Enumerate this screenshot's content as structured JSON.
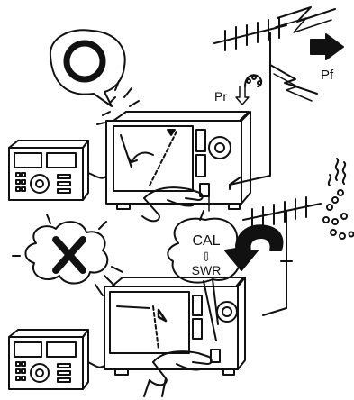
{
  "labels": {
    "pf": "Pf",
    "pr": "Pr",
    "cal": "CAL",
    "down_arrow": "⇩",
    "swr": "SWR"
  },
  "symbols": {
    "ok_icon": "circle-ok-icon",
    "ng_icon": "cross-ng-icon"
  },
  "colors": {
    "ink": "#111111",
    "paper": "#ffffff"
  }
}
